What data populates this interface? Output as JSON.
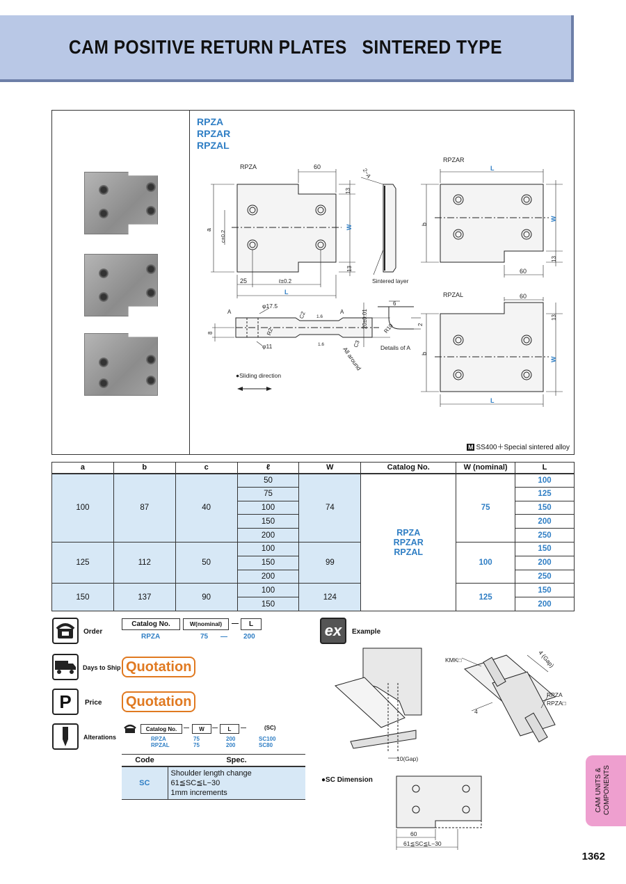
{
  "header": {
    "title": "CAM POSITIVE RETURN PLATES   SINTERED TYPE"
  },
  "product": {
    "models": [
      "RPZA",
      "RPZAR",
      "RPZAL"
    ],
    "material_mark": "M",
    "material": "SS400＋Special sintered alloy"
  },
  "drawing": {
    "rpza_label": "RPZA",
    "rpzar_label": "RPZAR",
    "rpzal_label": "RPZAL",
    "dim_60": "60",
    "dim_13": "13",
    "dim_a": "a",
    "dim_c": "c±0.2",
    "dim_w": "W",
    "dim_25": "25",
    "dim_l_tol": "ℓ±0.2",
    "dim_L": "L",
    "dim_b": "b",
    "section_2a": "2−A",
    "sintered_layer": "Sintered layer",
    "phi175": "φ17.5",
    "phi11": "φ11",
    "r2": "R2",
    "c2": "C2",
    "c3": "C3",
    "dim_8": "8",
    "finish": "1.6",
    "dim_20": "20±0.01",
    "all_around": "All around",
    "letter_a": "A",
    "detail_6": "6",
    "detail_2": "2",
    "detail_r10": "R10",
    "details_of_a": "Details of A",
    "sliding_direction": "●Sliding direction"
  },
  "table": {
    "headers": [
      "a",
      "b",
      "c",
      "ℓ",
      "W",
      "Catalog No.",
      "W (nominal)",
      "L"
    ],
    "groups": [
      {
        "a": "100",
        "b": "87",
        "c": "40",
        "w": "74",
        "l": [
          "50",
          "75",
          "100",
          "150",
          "200"
        ]
      },
      {
        "a": "125",
        "b": "112",
        "c": "50",
        "w": "99",
        "l": [
          "100",
          "150",
          "200"
        ]
      },
      {
        "a": "150",
        "b": "137",
        "c": "90",
        "w": "124",
        "l": [
          "100",
          "150"
        ]
      }
    ],
    "catalog": [
      "RPZA",
      "RPZAR",
      "RPZAL"
    ],
    "nominal": [
      {
        "w": "75",
        "L": [
          "100",
          "125",
          "150",
          "200",
          "250"
        ]
      },
      {
        "w": "100",
        "L": [
          "150",
          "200",
          "250"
        ]
      },
      {
        "w": "125",
        "L": [
          "150",
          "200"
        ]
      }
    ]
  },
  "order": {
    "label": "Order",
    "h_catalog": "Catalog  No.",
    "h_w": "W(nominal)",
    "h_l": "L",
    "dash": "—",
    "v_catalog": "RPZA",
    "v_w": "75",
    "v_l": "200"
  },
  "days_to_ship": {
    "label": "Days to Ship",
    "value": "Quotation"
  },
  "price": {
    "label": "Price",
    "value": "Quotation"
  },
  "alterations": {
    "label": "Alterations",
    "h_catalog": "Catalog  No.",
    "h_w": "W",
    "h_l": "L",
    "h_sc": "(SC)",
    "dash": "—",
    "row1": [
      "RPZA",
      "75",
      "200",
      "SC100"
    ],
    "row2": [
      "RPZAL",
      "75",
      "200",
      "SC80"
    ],
    "code_header": "Code",
    "spec_header": "Spec.",
    "code": "SC",
    "spec_lines": [
      "Shoulder length change",
      "61≦SC≦L−30",
      "1mm increments"
    ]
  },
  "example": {
    "label": "Example",
    "kmk": "KMK□",
    "gap4": "4 (Gap)",
    "dim4": "4",
    "rpza": "RPZA",
    "rpza_box": "RPZA□",
    "gap10": "10(Gap)"
  },
  "sc_dimension": {
    "label": "●SC Dimension",
    "dim60": "60",
    "range": "61≦SC≦L−30"
  },
  "side_tab": {
    "line1": "CAM UNITS &",
    "line2": "COMPONENTS"
  },
  "page_number": "1362"
}
